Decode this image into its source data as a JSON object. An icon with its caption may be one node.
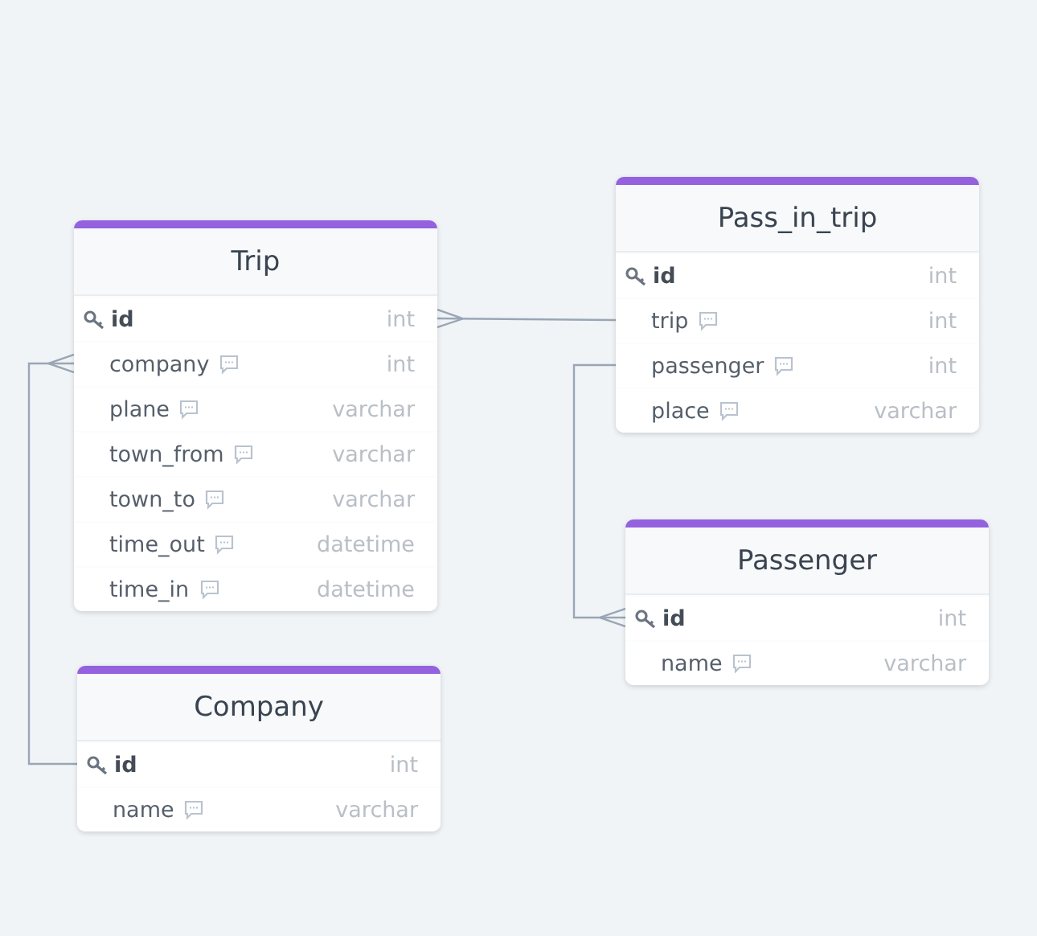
{
  "diagram": {
    "nodes": [
      {
        "text": [
          "Trip"
        ]
      },
      {
        "text": [
          "id",
          "int"
        ],
        "in": 0
      },
      {
        "text": [
          "company",
          "int"
        ],
        "in": 0
      },
      {
        "text": [
          "plane",
          "varchar"
        ],
        "in": 0
      },
      {
        "text": [
          "town_from",
          "varchar"
        ],
        "in": 0
      },
      {
        "text": [
          "town_to",
          "varchar"
        ],
        "in": 0
      },
      {
        "text": [
          "time_out",
          "datetime"
        ],
        "in": 0
      },
      {
        "text": [
          "time_in",
          "datetime"
        ],
        "in": 0
      },
      {
        "text": [
          "Pass_in_trip"
        ]
      },
      {
        "text": [
          "id",
          "int"
        ],
        "in": 8
      },
      {
        "text": [
          "trip",
          "int"
        ],
        "in": 8
      },
      {
        "text": [
          "passenger",
          "int"
        ],
        "in": 8
      },
      {
        "text": [
          "place",
          "varchar"
        ],
        "in": 8
      },
      {
        "text": [
          "Passenger"
        ]
      },
      {
        "text": [
          "id",
          "int"
        ],
        "in": 13
      },
      {
        "text": [
          "name",
          "varchar"
        ],
        "in": 13
      },
      {
        "text": [
          "Company"
        ]
      },
      {
        "text": [
          "id",
          "int"
        ],
        "in": 16
      },
      {
        "text": [
          "name",
          "varchar"
        ],
        "in": 16
      }
    ],
    "edges": [
      {
        "from": 10,
        "to": 1,
        "arrow": "other"
      },
      {
        "from": 17,
        "to": 2,
        "arrow": "other"
      },
      {
        "from": 11,
        "to": 14,
        "arrow": "other"
      }
    ]
  }
}
